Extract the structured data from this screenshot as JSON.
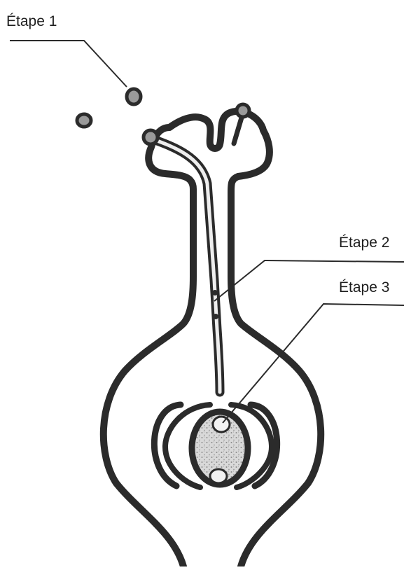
{
  "labels": {
    "step1": "Étape 1",
    "step2": "Étape 2",
    "step3": "Étape 3"
  },
  "colors": {
    "ink": "#2b2b2b",
    "grain": "#6d6d6d",
    "tube": "#eeeeee",
    "stipple": "#9a9a9a"
  }
}
